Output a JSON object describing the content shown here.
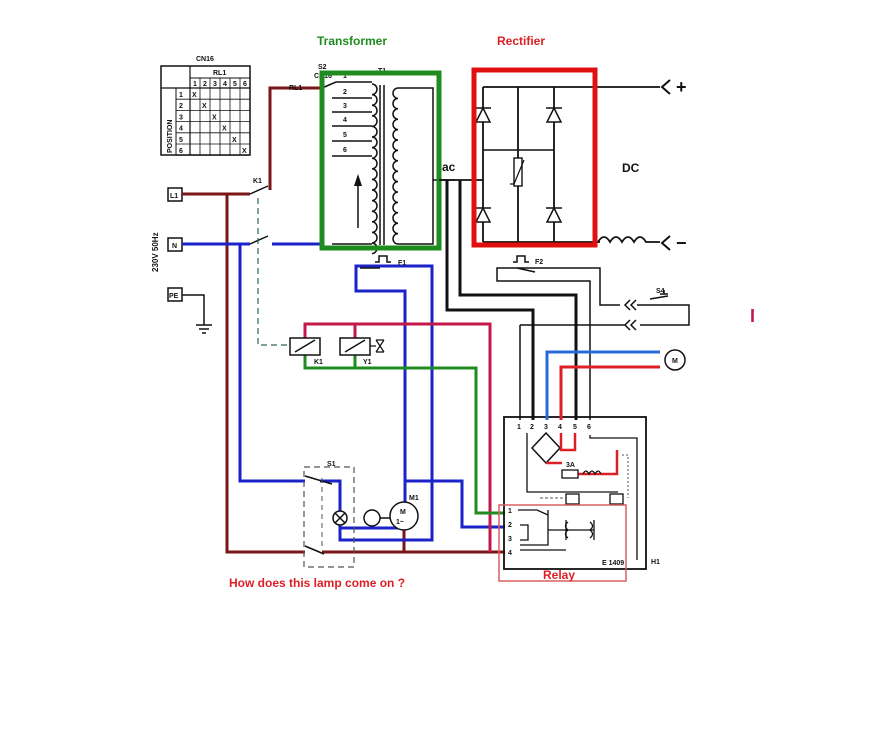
{
  "annotations": {
    "transformer": {
      "text": "Transformer",
      "color": "#1e8c1e"
    },
    "rectifier": {
      "text": "Rectifier",
      "color": "#dd1f26"
    },
    "ac": {
      "text": "ac"
    },
    "dc": {
      "text": "DC"
    },
    "relay": {
      "text": "Relay",
      "color": "#dd1f26"
    },
    "question": {
      "text": "How does this lamp come on ?",
      "color": "#dd1f26"
    },
    "cursor_mark": {
      "text": "I",
      "color": "#c4174a"
    }
  },
  "supply": {
    "voltage_label": "230V 50Hz",
    "terminals": [
      "L1",
      "N",
      "PE"
    ]
  },
  "selector_table": {
    "title": "CN16",
    "column_group": "RL1",
    "row_group": "POSITION",
    "columns": [
      "1",
      "2",
      "3",
      "4",
      "5",
      "6"
    ],
    "rows": [
      "1",
      "2",
      "3",
      "4",
      "5",
      "6"
    ],
    "mark": "X"
  },
  "components": {
    "k1": "K1",
    "rl1": "RL1",
    "s2": "S2",
    "s2_sub": "CN16",
    "t1": "T1",
    "tap_labels": [
      "1",
      "2",
      "3",
      "4",
      "5",
      "6"
    ],
    "f1": "F1",
    "f2": "F2",
    "s4": "S4",
    "k1_coil": "K1",
    "y1": "Y1",
    "s1": "S1",
    "m1": "M1",
    "m1_symbol": "M",
    "m1_sub": "1~",
    "motor_small": "M",
    "fuse": "3A",
    "relay_module": "E 1409",
    "h1": "H1",
    "dc_plus": "+",
    "dc_minus": "−",
    "module_top_terminals": [
      "1",
      "2",
      "3",
      "4",
      "5",
      "6"
    ],
    "module_side_terminals": [
      "1",
      "2",
      "3",
      "4"
    ]
  },
  "colors": {
    "brown": "#7a1616",
    "blue": "#1a22c8",
    "green": "#1e8c1e",
    "red": "#dd1f26",
    "crimson": "#c4174a",
    "lightblue": "#2a6ad8",
    "box_red": "#e01010",
    "relay_box": "#d86060"
  }
}
